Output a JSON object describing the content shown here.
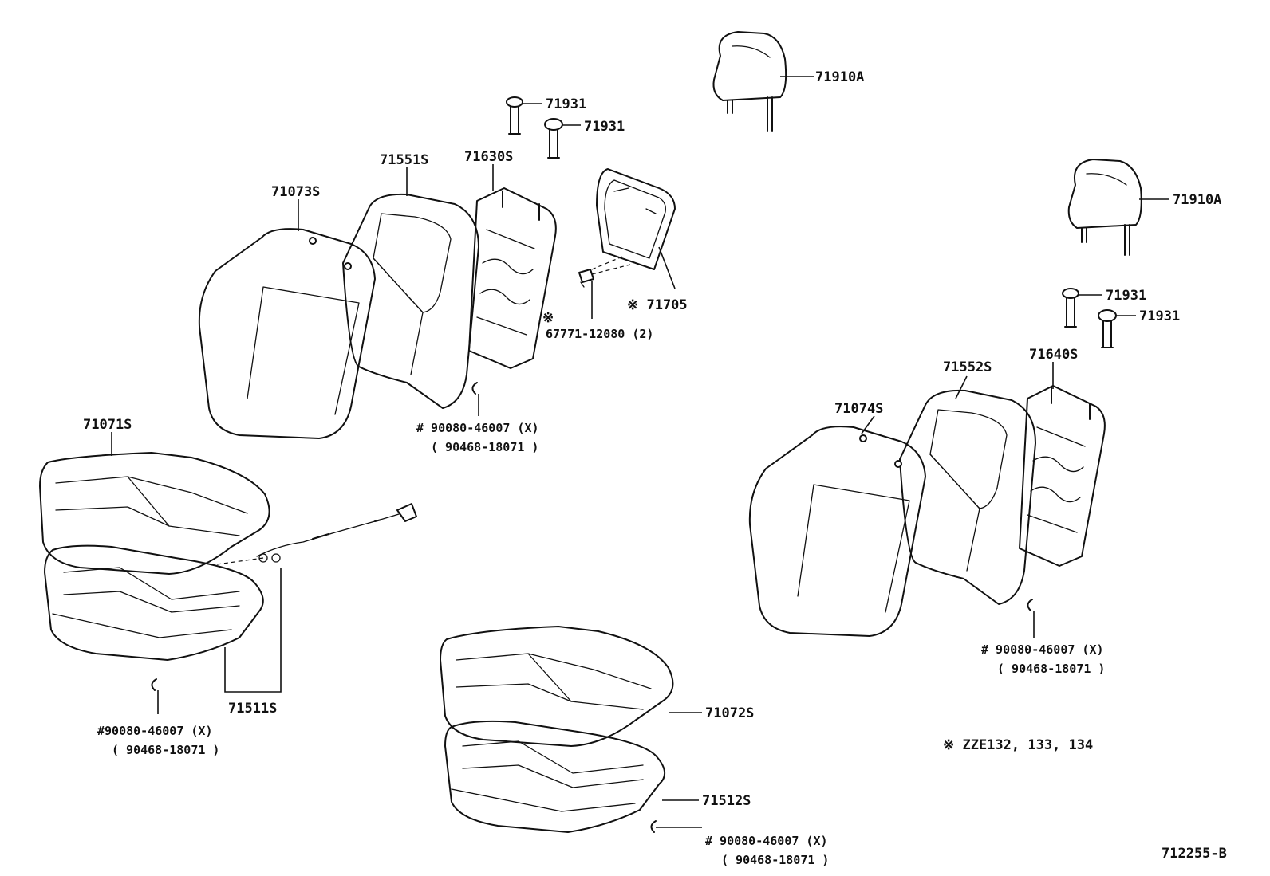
{
  "labels": {
    "hr_left": "71910A",
    "hr_right": "71910A",
    "sup_l1": "71931",
    "sup_l2": "71931",
    "sup_r1": "71931",
    "sup_r2": "71931",
    "back_cover_l": "71073S",
    "back_pad_l": "71551S",
    "back_frame_l": "71630S",
    "board_l": "※ 71705",
    "clip_mark": "※",
    "clip_part": "67771-12080 (2)",
    "ring_back_l_a": "# 90080-46007 (X)",
    "ring_back_l_b": "(  90468-18071  )",
    "cush_cover_l": "71071S",
    "cush_frame_l": "71511S",
    "ring_cush_l_a": "#90080-46007 (X)",
    "ring_cush_l_b": "(  90468-18071   )",
    "cush_cover_c": "71072S",
    "cush_frame_c": "71512S",
    "ring_cush_c_a": "# 90080-46007 (X)",
    "ring_cush_c_b": "(  90468-18071   )",
    "back_cover_r": "71074S",
    "back_pad_r": "71552S",
    "back_frame_r": "71640S",
    "ring_back_r_a": "#  90080-46007 (X)",
    "ring_back_r_b": "(  90468-18071   )",
    "note": "※  ZZE132, 133, 134",
    "figure_id": "712255-B"
  }
}
